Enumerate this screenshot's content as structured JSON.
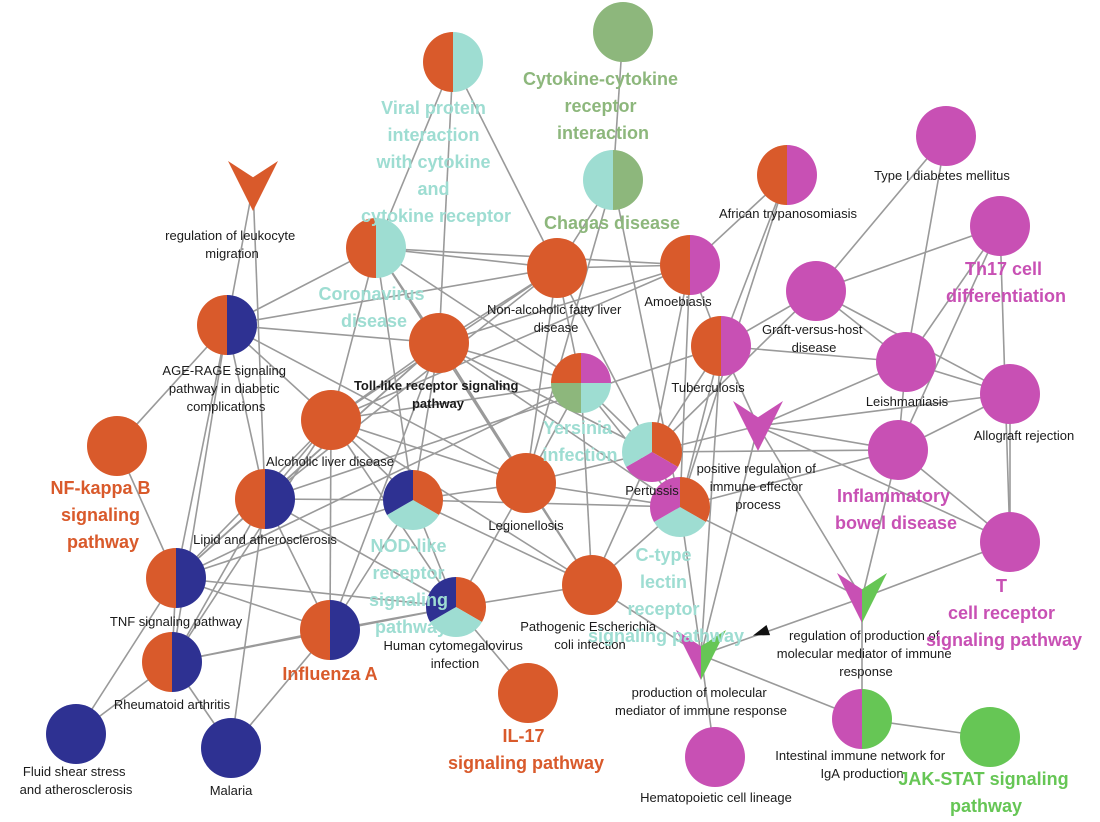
{
  "colors": {
    "orange": "#D95A2B",
    "navy": "#2E3192",
    "teal": "#9EDDD2",
    "sage": "#8DB77C",
    "magenta": "#C850B4",
    "green": "#66C655",
    "edge": "#9A9A9A"
  },
  "nodes": [
    {
      "id": "viral",
      "shape": "circle",
      "colors": [
        "orange",
        "teal"
      ],
      "label": ""
    },
    {
      "id": "cytokine",
      "shape": "circle",
      "colors": [
        "sage"
      ],
      "label": ""
    },
    {
      "id": "chagas",
      "shape": "circle",
      "colors": [
        "teal",
        "sage"
      ],
      "label": ""
    },
    {
      "id": "regleuk",
      "shape": "arrow",
      "colors": [
        "orange"
      ],
      "label": "regulation of leukocyte migration"
    },
    {
      "id": "corona",
      "shape": "circle",
      "colors": [
        "orange",
        "teal"
      ],
      "label": ""
    },
    {
      "id": "nafld",
      "shape": "circle",
      "colors": [
        "orange"
      ],
      "label": "Non-alcoholic fatty liver disease"
    },
    {
      "id": "african",
      "shape": "circle",
      "colors": [
        "orange",
        "magenta"
      ],
      "label": "African trypanosomiasis"
    },
    {
      "id": "amoeb",
      "shape": "circle",
      "colors": [
        "orange",
        "magenta"
      ],
      "label": "Amoebiasis"
    },
    {
      "id": "t1dm",
      "shape": "circle",
      "colors": [
        "magenta"
      ],
      "label": "Type I diabetes mellitus"
    },
    {
      "id": "th17",
      "shape": "circle",
      "colors": [
        "magenta"
      ],
      "label": ""
    },
    {
      "id": "gvhd",
      "shape": "circle",
      "colors": [
        "magenta"
      ],
      "label": "Graft-versus-host disease"
    },
    {
      "id": "agerage",
      "shape": "circle",
      "colors": [
        "orange",
        "navy"
      ],
      "label": "AGE-RAGE signaling pathway in diabetic complications"
    },
    {
      "id": "tlr",
      "shape": "circle",
      "colors": [
        "orange"
      ],
      "label": "Toll-like receptor signaling pathway"
    },
    {
      "id": "yersinia",
      "shape": "circle",
      "colors": [
        "magenta",
        "teal",
        "sage",
        "orange"
      ],
      "label": ""
    },
    {
      "id": "tb",
      "shape": "circle",
      "colors": [
        "orange",
        "magenta"
      ],
      "label": "Tuberculosis"
    },
    {
      "id": "leish",
      "shape": "circle",
      "colors": [
        "magenta"
      ],
      "label": "Leishmaniasis"
    },
    {
      "id": "allograft",
      "shape": "circle",
      "colors": [
        "magenta"
      ],
      "label": "Allograft rejection"
    },
    {
      "id": "posreg",
      "shape": "arrow",
      "colors": [
        "magenta"
      ],
      "label": "positive regulation of immune effector process"
    },
    {
      "id": "nfkb",
      "shape": "circle",
      "colors": [
        "orange"
      ],
      "label": ""
    },
    {
      "id": "alcoholic",
      "shape": "circle",
      "colors": [
        "orange"
      ],
      "label": "Alcoholic liver disease"
    },
    {
      "id": "pertussis",
      "shape": "circle",
      "colors": [
        "orange",
        "magenta",
        "teal"
      ],
      "label": "Pertussis"
    },
    {
      "id": "ibd",
      "shape": "circle",
      "colors": [
        "magenta"
      ],
      "label": ""
    },
    {
      "id": "lipid",
      "shape": "circle",
      "colors": [
        "orange",
        "navy"
      ],
      "label": "Lipid and atherosclerosis"
    },
    {
      "id": "nod",
      "shape": "circle",
      "colors": [
        "orange",
        "teal",
        "navy"
      ],
      "label": ""
    },
    {
      "id": "legion",
      "shape": "circle",
      "colors": [
        "orange"
      ],
      "label": "Legionellosis"
    },
    {
      "id": "ctype",
      "shape": "circle",
      "colors": [
        "orange",
        "teal",
        "magenta"
      ],
      "label": ""
    },
    {
      "id": "tcr",
      "shape": "circle",
      "colors": [
        "magenta"
      ],
      "label": ""
    },
    {
      "id": "tnf",
      "shape": "circle",
      "colors": [
        "orange",
        "navy"
      ],
      "label": "TNF signaling pathway"
    },
    {
      "id": "flu",
      "shape": "circle",
      "colors": [
        "orange",
        "navy"
      ],
      "label": ""
    },
    {
      "id": "hcmv",
      "shape": "circle",
      "colors": [
        "orange",
        "teal",
        "navy"
      ],
      "label": "Human cytomegalovirus infection"
    },
    {
      "id": "ecoli",
      "shape": "circle",
      "colors": [
        "orange"
      ],
      "label": "Pathogenic Escherichia coli infection"
    },
    {
      "id": "regprod",
      "shape": "arrow",
      "colors": [
        "magenta",
        "green"
      ],
      "label": "regulation of production of molecular mediator of immune response"
    },
    {
      "id": "prod",
      "shape": "arrow",
      "colors": [
        "magenta",
        "green"
      ],
      "label": "production of molecular mediator of immune response"
    },
    {
      "id": "ra",
      "shape": "circle",
      "colors": [
        "orange",
        "navy"
      ],
      "label": "Rheumatoid arthritis"
    },
    {
      "id": "il17",
      "shape": "circle",
      "colors": [
        "orange"
      ],
      "label": ""
    },
    {
      "id": "fluid",
      "shape": "circle",
      "colors": [
        "navy"
      ],
      "label": "Fluid shear stress and atherosclerosis"
    },
    {
      "id": "malaria",
      "shape": "circle",
      "colors": [
        "navy"
      ],
      "label": "Malaria"
    },
    {
      "id": "hema",
      "shape": "circle",
      "colors": [
        "magenta"
      ],
      "label": "Hematopoietic cell lineage"
    },
    {
      "id": "intest",
      "shape": "circle",
      "colors": [
        "magenta",
        "green"
      ],
      "label": "Intestinal immune network for IgA production"
    },
    {
      "id": "jak",
      "shape": "circle",
      "colors": [
        "green"
      ],
      "label": ""
    }
  ],
  "group_labels": [
    {
      "id": "viral-lbl",
      "color": "teal",
      "text": "Viral protein interaction with cytokine and cytokine receptor"
    },
    {
      "id": "cytokine-lbl",
      "color": "sage",
      "text": "Cytokine-cytokine receptor interaction"
    },
    {
      "id": "chagas-lbl",
      "color": "sage",
      "text": "Chagas disease"
    },
    {
      "id": "corona-lbl",
      "color": "teal",
      "text": "Coronavirus disease"
    },
    {
      "id": "th17-lbl",
      "color": "magenta",
      "text": "Th17 cell differentiation"
    },
    {
      "id": "yersinia-lbl",
      "color": "teal",
      "text": "Yersinia infection"
    },
    {
      "id": "nfkb-lbl",
      "color": "orange",
      "text": "NF-kappa B signaling pathway"
    },
    {
      "id": "ibd-lbl",
      "color": "magenta",
      "text": "Inflammatory bowel disease"
    },
    {
      "id": "nod-lbl",
      "color": "teal",
      "text": "NOD-like receptor signaling pathway"
    },
    {
      "id": "ctype-lbl",
      "color": "teal",
      "text": "C-type lectin receptor signaling pathway"
    },
    {
      "id": "tcr-lbl",
      "color": "magenta",
      "text": "T cell receptor signaling pathway"
    },
    {
      "id": "flu-lbl",
      "color": "orange",
      "text": "Influenza A"
    },
    {
      "id": "il17-lbl",
      "color": "orange",
      "text": "IL-17 signaling pathway"
    },
    {
      "id": "jak-lbl",
      "color": "green",
      "text": "JAK-STAT signaling pathway"
    }
  ],
  "edges": [
    [
      "viral",
      "corona"
    ],
    [
      "viral",
      "nafld"
    ],
    [
      "viral",
      "tlr"
    ],
    [
      "cytokine",
      "chagas"
    ],
    [
      "chagas",
      "ctype"
    ],
    [
      "chagas",
      "legion"
    ],
    [
      "chagas",
      "nafld"
    ],
    [
      "regleuk",
      "agerage"
    ],
    [
      "regleuk",
      "lipid"
    ],
    [
      "corona",
      "nafld"
    ],
    [
      "corona",
      "amoeb"
    ],
    [
      "corona",
      "agerage"
    ],
    [
      "corona",
      "tlr"
    ],
    [
      "corona",
      "alcoholic"
    ],
    [
      "corona",
      "nod"
    ],
    [
      "corona",
      "legion"
    ],
    [
      "corona",
      "yersinia"
    ],
    [
      "nafld",
      "amoeb"
    ],
    [
      "nafld",
      "agerage"
    ],
    [
      "nafld",
      "tlr"
    ],
    [
      "nafld",
      "alcoholic"
    ],
    [
      "nafld",
      "lipid"
    ],
    [
      "nafld",
      "yersinia"
    ],
    [
      "nafld",
      "pertussis"
    ],
    [
      "nafld",
      "legion"
    ],
    [
      "african",
      "amoeb"
    ],
    [
      "african",
      "tb"
    ],
    [
      "african",
      "ctype"
    ],
    [
      "amoeb",
      "tb"
    ],
    [
      "amoeb",
      "tlr"
    ],
    [
      "amoeb",
      "alcoholic"
    ],
    [
      "amoeb",
      "ctype"
    ],
    [
      "amoeb",
      "pertussis"
    ],
    [
      "t1dm",
      "gvhd"
    ],
    [
      "t1dm",
      "leish"
    ],
    [
      "th17",
      "gvhd"
    ],
    [
      "th17",
      "ibd"
    ],
    [
      "th17",
      "leish"
    ],
    [
      "th17",
      "tcr"
    ],
    [
      "gvhd",
      "allograft"
    ],
    [
      "gvhd",
      "leish"
    ],
    [
      "gvhd",
      "pertussis"
    ],
    [
      "gvhd",
      "tb"
    ],
    [
      "agerage",
      "tlr"
    ],
    [
      "agerage",
      "alcoholic"
    ],
    [
      "agerage",
      "lipid"
    ],
    [
      "agerage",
      "tnf"
    ],
    [
      "agerage",
      "ra"
    ],
    [
      "agerage",
      "nfkb"
    ],
    [
      "agerage",
      "legion"
    ],
    [
      "tlr",
      "alcoholic"
    ],
    [
      "tlr",
      "yersinia"
    ],
    [
      "tlr",
      "legion"
    ],
    [
      "tlr",
      "pertussis"
    ],
    [
      "tlr",
      "nod"
    ],
    [
      "tlr",
      "ctype"
    ],
    [
      "tlr",
      "lipid"
    ],
    [
      "tlr",
      "flu"
    ],
    [
      "tlr",
      "ecoli"
    ],
    [
      "tlr",
      "tnf"
    ],
    [
      "yersinia",
      "pertussis"
    ],
    [
      "yersinia",
      "ctype"
    ],
    [
      "yersinia",
      "legion"
    ],
    [
      "yersinia",
      "ecoli"
    ],
    [
      "yersinia",
      "alcoholic"
    ],
    [
      "yersinia",
      "tnf"
    ],
    [
      "tb",
      "leish"
    ],
    [
      "tb",
      "posreg"
    ],
    [
      "tb",
      "pertussis"
    ],
    [
      "tb",
      "ctype"
    ],
    [
      "tb",
      "lipid"
    ],
    [
      "tb",
      "prod"
    ],
    [
      "leish",
      "allograft"
    ],
    [
      "leish",
      "ibd"
    ],
    [
      "leish",
      "posreg"
    ],
    [
      "allograft",
      "tcr"
    ],
    [
      "allograft",
      "ibd"
    ],
    [
      "allograft",
      "posreg"
    ],
    [
      "posreg",
      "ibd"
    ],
    [
      "posreg",
      "tcr"
    ],
    [
      "posreg",
      "pertussis"
    ],
    [
      "posreg",
      "prod"
    ],
    [
      "posreg",
      "regprod"
    ],
    [
      "alcoholic",
      "lipid"
    ],
    [
      "alcoholic",
      "legion"
    ],
    [
      "alcoholic",
      "nod"
    ],
    [
      "alcoholic",
      "tnf"
    ],
    [
      "alcoholic",
      "ecoli"
    ],
    [
      "alcoholic",
      "hcmv"
    ],
    [
      "alcoholic",
      "flu"
    ],
    [
      "alcoholic",
      "ra"
    ],
    [
      "pertussis",
      "ctype"
    ],
    [
      "pertussis",
      "legion"
    ],
    [
      "pertussis",
      "ecoli"
    ],
    [
      "pertussis",
      "ibd"
    ],
    [
      "ibd",
      "tcr"
    ],
    [
      "ibd",
      "regprod"
    ],
    [
      "ibd",
      "ctype"
    ],
    [
      "lipid",
      "nod"
    ],
    [
      "lipid",
      "tnf"
    ],
    [
      "lipid",
      "flu"
    ],
    [
      "lipid",
      "ra"
    ],
    [
      "lipid",
      "hcmv"
    ],
    [
      "lipid",
      "malaria"
    ],
    [
      "nod",
      "legion"
    ],
    [
      "nod",
      "hcmv"
    ],
    [
      "nod",
      "ecoli"
    ],
    [
      "nod",
      "ctype"
    ],
    [
      "nod",
      "tnf"
    ],
    [
      "nod",
      "flu"
    ],
    [
      "legion",
      "ecoli"
    ],
    [
      "legion",
      "ctype"
    ],
    [
      "legion",
      "hcmv"
    ],
    [
      "ctype",
      "prod"
    ],
    [
      "ctype",
      "regprod"
    ],
    [
      "ctype",
      "ecoli"
    ],
    [
      "tcr",
      "regprod"
    ],
    [
      "tnf",
      "flu"
    ],
    [
      "tnf",
      "ra"
    ],
    [
      "tnf",
      "hcmv"
    ],
    [
      "tnf",
      "fluid"
    ],
    [
      "flu",
      "ra"
    ],
    [
      "flu",
      "hcmv"
    ],
    [
      "flu",
      "malaria"
    ],
    [
      "hcmv",
      "ecoli"
    ],
    [
      "hcmv",
      "il17"
    ],
    [
      "hcmv",
      "ra"
    ],
    [
      "ecoli",
      "prod"
    ],
    [
      "regprod",
      "prod"
    ],
    [
      "regprod",
      "intest"
    ],
    [
      "prod",
      "hema"
    ],
    [
      "prod",
      "intest"
    ],
    [
      "ra",
      "fluid"
    ],
    [
      "ra",
      "malaria"
    ],
    [
      "nfkb",
      "tnf"
    ],
    [
      "intest",
      "jak"
    ]
  ]
}
